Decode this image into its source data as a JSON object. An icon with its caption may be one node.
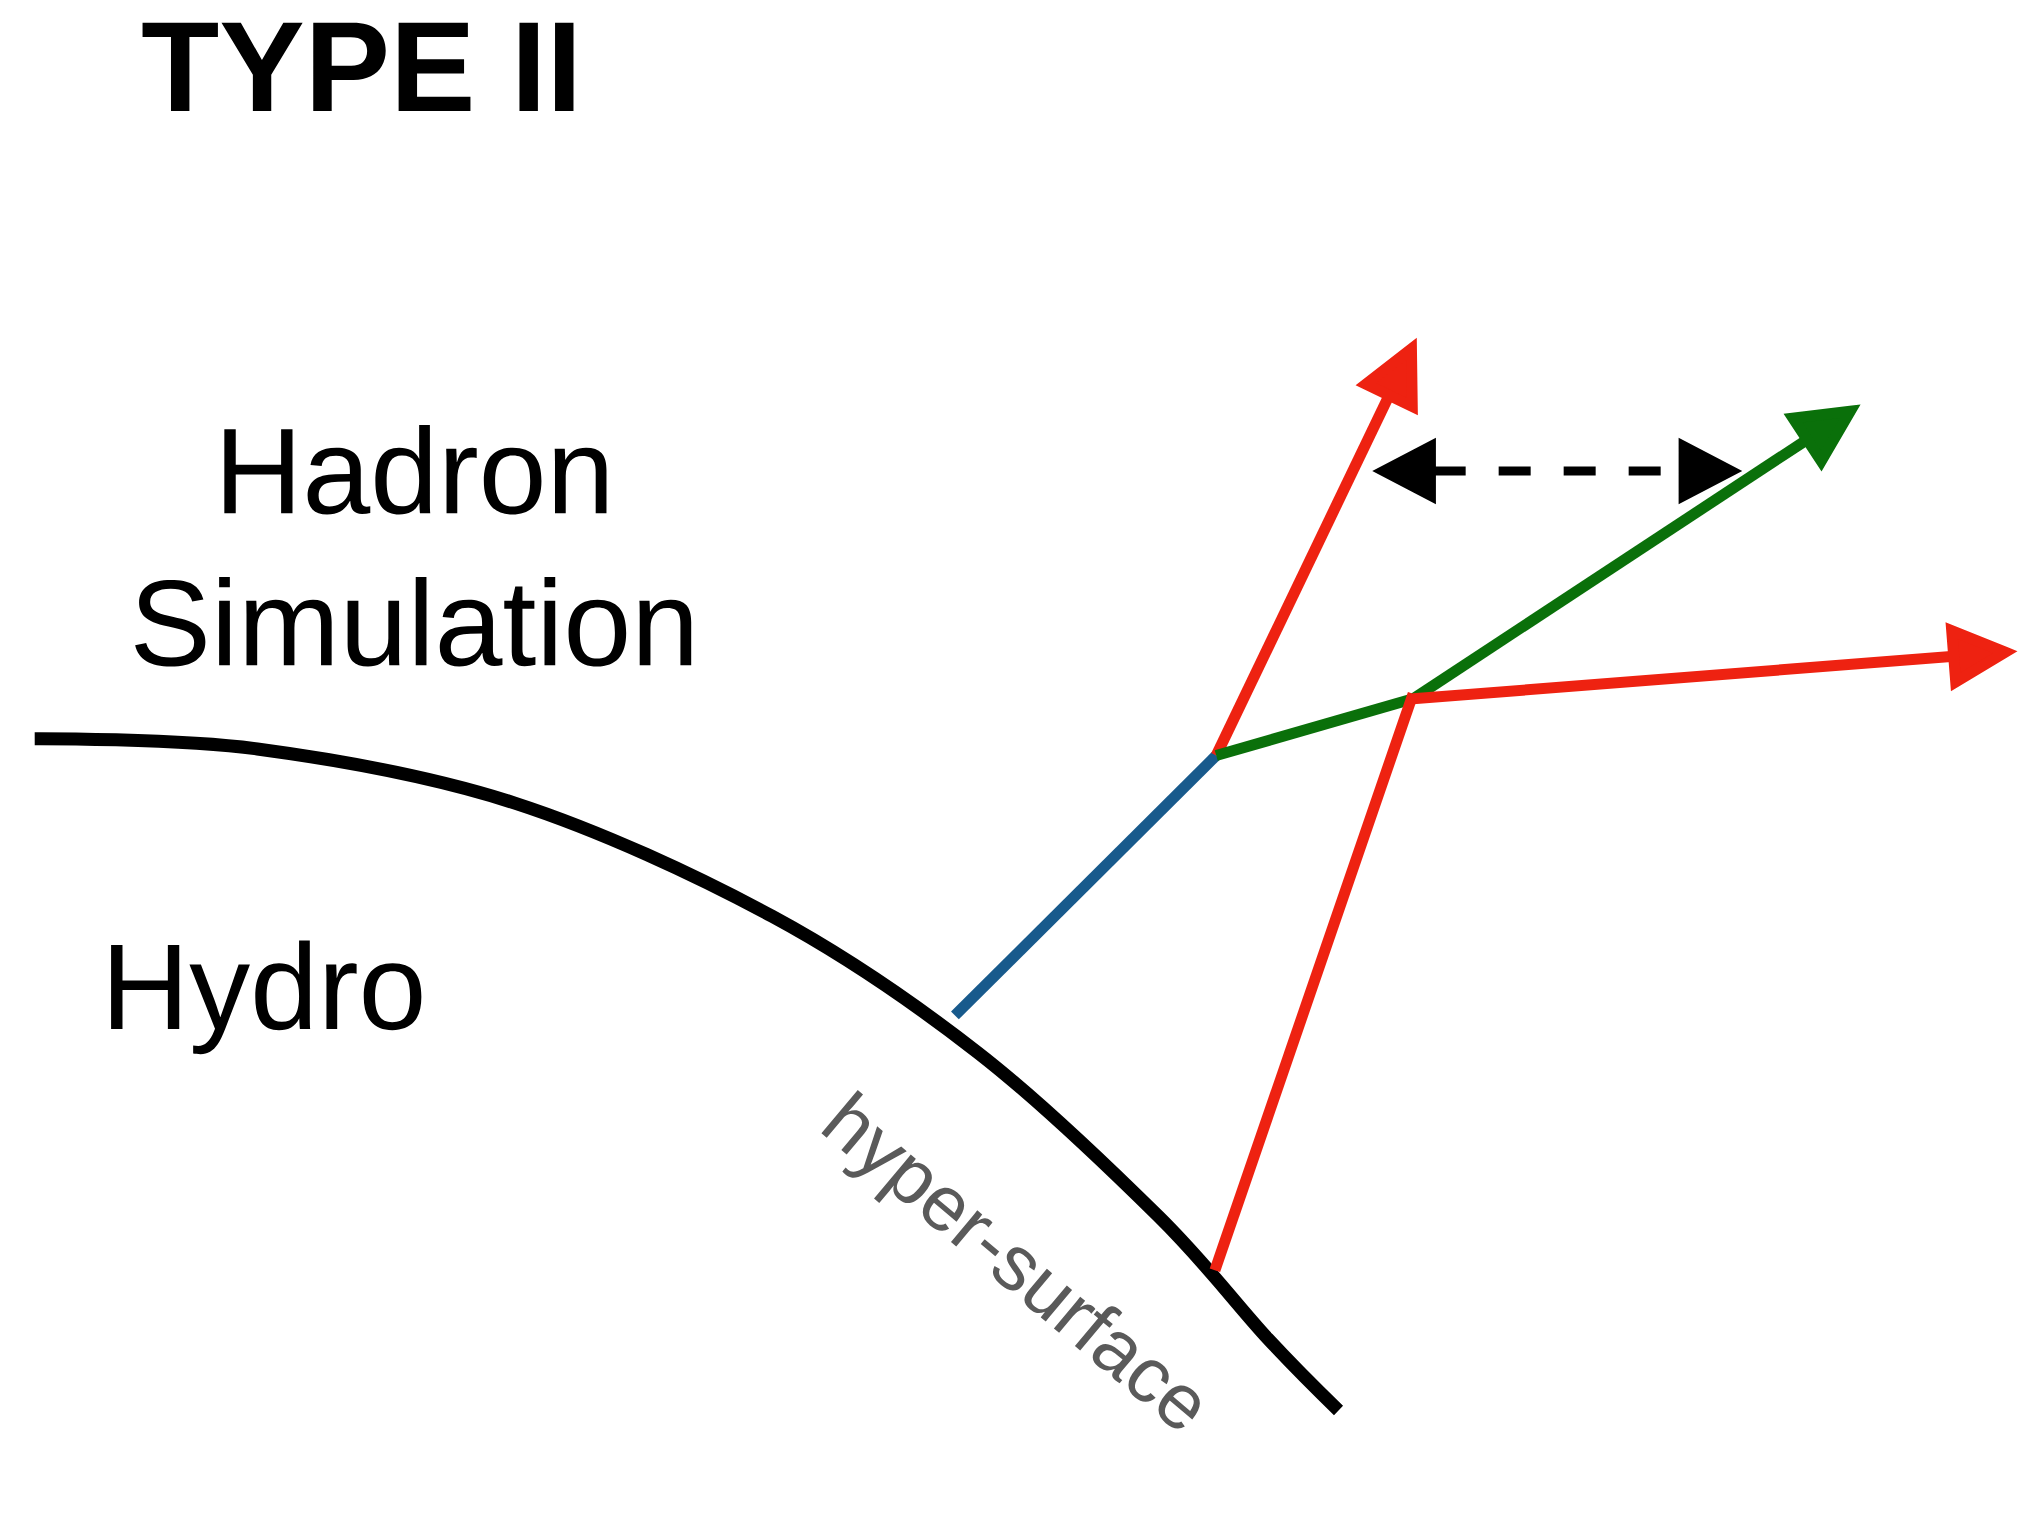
{
  "diagram": {
    "title": "TYPE II",
    "labels": [
      "Hadron Simulation",
      "Hydro",
      "hyper-surface"
    ]
  }
}
